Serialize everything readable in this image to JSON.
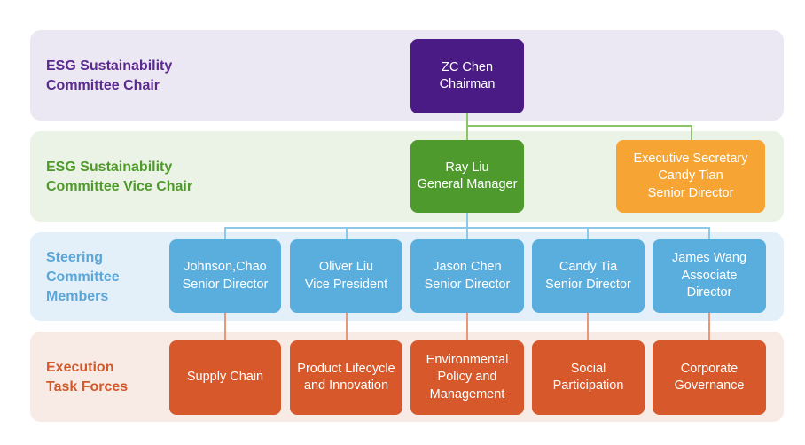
{
  "levels": {
    "chair": "ESG Sustainability\nCommittee Chair",
    "vice_chair": "ESG Sustainability\nCommittee Vice Chair",
    "steering": "Steering\nCommittee\nMembers",
    "execution": "Execution\nTask Forces"
  },
  "chairman": {
    "name": "ZC Chen",
    "title": "Chairman"
  },
  "general_manager": {
    "name": "Ray Liu",
    "title": "General Manager"
  },
  "executive_secretary": {
    "line1": "Executive Secretary",
    "name": "Candy Tian",
    "title": "Senior Director"
  },
  "steering_members": [
    {
      "name": "Johnson,Chao",
      "title": "Senior Director"
    },
    {
      "name": "Oliver Liu",
      "title": "Vice President"
    },
    {
      "name": "Jason Chen",
      "title": "Senior Director"
    },
    {
      "name": "Candy Tia",
      "title": "Senior Director"
    },
    {
      "name": "James Wang",
      "title": "Associate",
      "title2": "Director"
    }
  ],
  "task_forces": [
    {
      "line1": "Supply Chain"
    },
    {
      "line1": "Product Lifecycle",
      "line2": "and Innovation"
    },
    {
      "line1": "Environmental",
      "line2": "Policy and",
      "line3": "Management"
    },
    {
      "line1": "Social",
      "line2": "Participation"
    },
    {
      "line1": "Corporate",
      "line2": "Governance"
    }
  ],
  "colors": {
    "chair": "#4a1a85",
    "vice_chair": "#4e9a2c",
    "secretary": "#f6a534",
    "steering": "#5aaedd",
    "execution": "#d6582b"
  }
}
